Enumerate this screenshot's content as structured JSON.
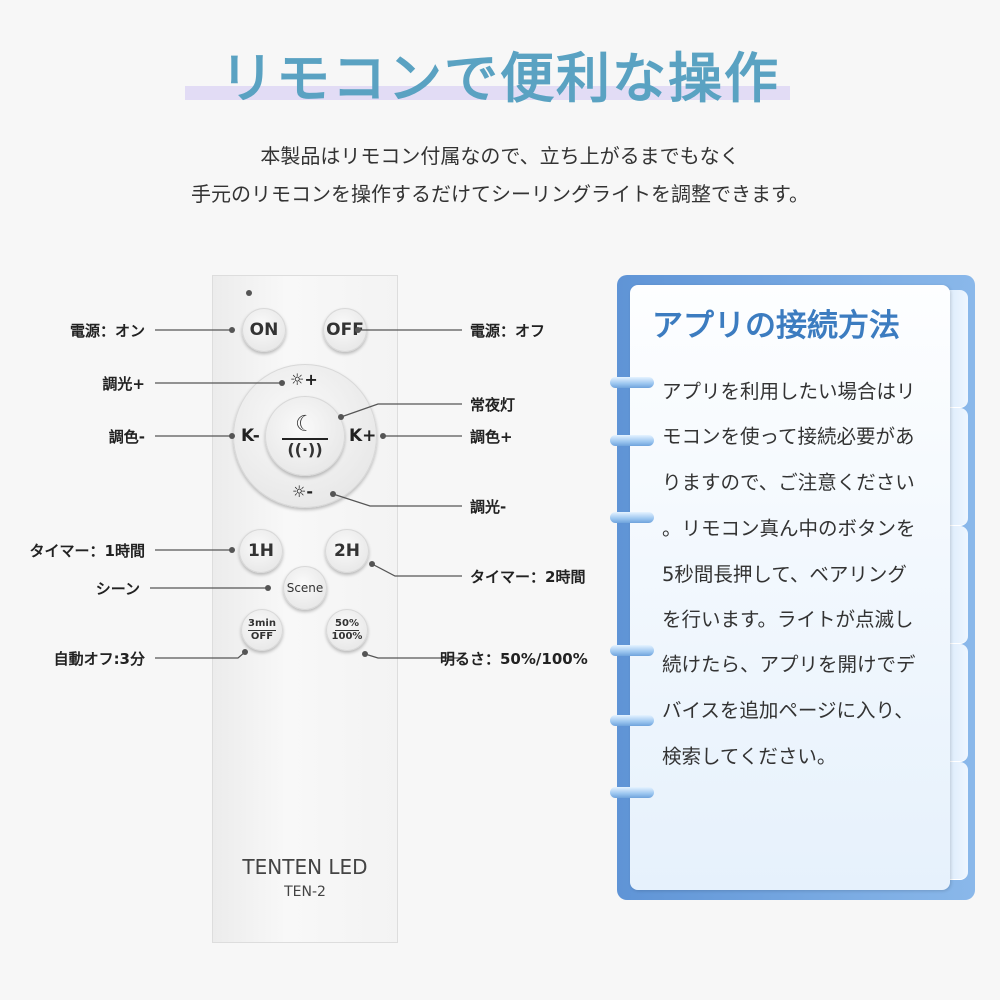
{
  "title": "リモコンで便利な操作",
  "subtitle": [
    "本製品はリモコン付属なので、立ち上がるまでもなく",
    "手元のリモコンを操作するだけてシーリングライトを調整できます。"
  ],
  "remote": {
    "brand": "TENTEN LED",
    "model": "TEN-2",
    "buttons": {
      "on": "ON",
      "off": "OFF",
      "k_minus": "K-",
      "k_plus": "K+",
      "one_h": "1H",
      "two_h": "2H",
      "scene": "Scene",
      "timer_top": "3min",
      "timer_bottom": "OFF",
      "bright_top": "50%",
      "bright_bottom": "100%",
      "dim_up": "☼+",
      "dim_down": "☼-"
    }
  },
  "labels": {
    "power_on": "電源：オン",
    "power_off": "電源：オフ",
    "dim_up": "調光+",
    "night": "常夜灯",
    "color_minus": "調色-",
    "color_plus": "調色+",
    "dim_down": "調光-",
    "timer1": "タイマー：1時間",
    "timer2": "タイマー：2時間",
    "scene": "シーン",
    "auto_off": "自動オフ:3分",
    "brightness": "明るさ：50%/100%"
  },
  "note": {
    "heading": "アプリの接続方法",
    "lines": [
      "アプリを利用したい場合はリ",
      "モコンを使って接続必要があ",
      "りますので、ご注意ください",
      "。リモコン真ん中のボタンを",
      "5秒間長押して、ベアリング",
      "を行います。ライトが点滅し",
      "続けたら、アプリを開けでデ",
      "バイスを追加ページに入り、",
      "検索してください。"
    ]
  }
}
